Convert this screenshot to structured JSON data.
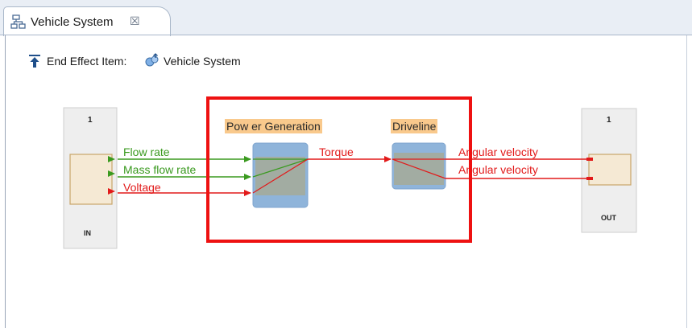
{
  "tab": {
    "title": "Vehicle System",
    "close_glyph": "☒"
  },
  "header": {
    "label": "End Effect Item:",
    "item_name": "Vehicle System"
  },
  "diagram": {
    "in_block": {
      "number": "1",
      "name": "IN"
    },
    "out_block": {
      "number": "1",
      "name": "OUT"
    },
    "power_generation": {
      "label": "Pow er Generation"
    },
    "driveline": {
      "label": "Driveline"
    },
    "signals": {
      "flow_rate": "Flow rate",
      "mass_flow_rate": "Mass flow rate",
      "voltage": "Voltage",
      "torque": "Torque",
      "angular_velocity_1": "Angular velocity",
      "angular_velocity_2": "Angular velocity"
    }
  },
  "colors": {
    "green_signal": "#3a9a1f",
    "red_signal": "#e21a1a",
    "selection": "#ee1111",
    "block_fill": "#8fb4da",
    "label_fill": "#f9c98c"
  },
  "icons": {
    "tab": "diagram-icon",
    "close": "close-icon",
    "header": "arrow-up-to-line-icon",
    "item": "vehicle-system-icon"
  }
}
